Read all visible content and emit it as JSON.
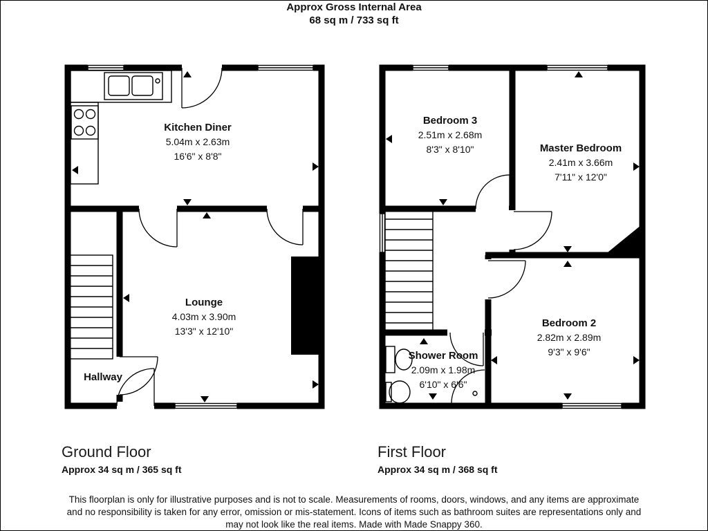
{
  "header": {
    "title": "Approx Gross Internal Area",
    "subtitle": "68 sq m / 733 sq ft"
  },
  "ground_floor": {
    "label": "Ground Floor",
    "area": "Approx 34 sq m / 365 sq ft",
    "rooms": {
      "kitchen": {
        "name": "Kitchen Diner",
        "metric": "5.04m x 2.63m",
        "imperial": "16'6\" x 8'8\""
      },
      "lounge": {
        "name": "Lounge",
        "metric": "4.03m x 3.90m",
        "imperial": "13'3\" x 12'10\""
      },
      "hallway": {
        "name": "Hallway"
      }
    }
  },
  "first_floor": {
    "label": "First Floor",
    "area": "Approx 34 sq m / 368 sq ft",
    "rooms": {
      "bedroom3": {
        "name": "Bedroom 3",
        "metric": "2.51m x 2.68m",
        "imperial": "8'3\" x 8'10\""
      },
      "master": {
        "name": "Master Bedroom",
        "metric": "2.41m x 3.66m",
        "imperial": "7'11\" x 12'0\""
      },
      "bedroom2": {
        "name": "Bedroom 2",
        "metric": "2.82m x 2.89m",
        "imperial": "9'3\" x 9'6\""
      },
      "shower": {
        "name": "Shower Room",
        "metric": "2.09m x 1.98m",
        "imperial": "6'10\" x 6'6\""
      }
    }
  },
  "footer": {
    "line1": "This floorplan is only for illustrative purposes and is not to scale. Measurements of rooms, doors, windows, and any items are approximate",
    "line2": "and no responsibility is taken for any error, omission or mis-statement. Icons of items such as bathroom suites are representations only and",
    "line3": "may not look like the real items. Made with Made Snappy 360."
  },
  "colors": {
    "wall": "#000000",
    "background": "#ffffff",
    "text": "#111111"
  }
}
